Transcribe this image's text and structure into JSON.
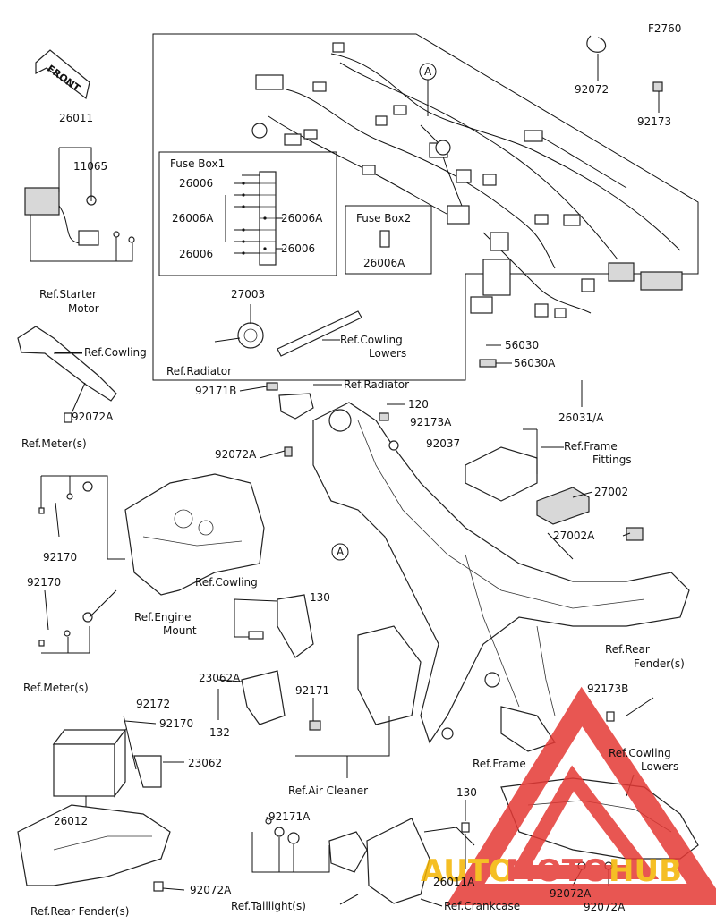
{
  "figure_code": "F2760",
  "front_label": "FRONT",
  "box_labels": {
    "fuse_box1": "Fuse Box1",
    "fuse_box2": "Fuse Box2"
  },
  "callout_A": "A",
  "parts": {
    "p26011": "26011",
    "p11065": "11065",
    "p92072": "92072",
    "p92173": "92173",
    "p26006_a": "26006",
    "p26006A_a": "26006A",
    "p26006A_b": "26006A",
    "p26006_b": "26006",
    "p26006_c": "26006",
    "p26006A_c": "26006A",
    "p27003": "27003",
    "p56030": "56030",
    "p56030A": "56030A",
    "p26031A": "26031/A",
    "p92171B": "92171B",
    "p120": "120",
    "p92173A": "92173A",
    "p92037": "92037",
    "p92072A_1": "92072A",
    "p92072A_2": "92072A",
    "p27002": "27002",
    "p27002A": "27002A",
    "p92170_1": "92170",
    "p92170_2": "92170",
    "p130_1": "130",
    "p23062A": "23062A",
    "p132": "132",
    "p92171": "92171",
    "p92173B": "92173B",
    "p92172": "92172",
    "p92170_3": "92170",
    "p23062": "23062",
    "p26012": "26012",
    "p130_2": "130",
    "p92171A": "92171A",
    "p26011A": "26011A",
    "p92072A_3": "92072A",
    "p92072A_4": "92072A",
    "p92072A_5": "92072A"
  },
  "refs": {
    "starter1": "Ref.Starter",
    "starter2": "Motor",
    "cowling1": "Ref.Cowling",
    "radiator1": "Ref.Radiator",
    "cowl_lowers1a": "Ref.Cowling",
    "cowl_lowers1b": "Lowers",
    "radiator2": "Ref.Radiator",
    "meter1": "Ref.Meter(s)",
    "frame_fit1": "Ref.Frame",
    "frame_fit2": "Fittings",
    "cowling2": "Ref.Cowling",
    "engine1": "Ref.Engine",
    "engine2": "Mount",
    "meter2": "Ref.Meter(s)",
    "rear_fender1a": "Ref.Rear",
    "rear_fender1b": "Fender(s)",
    "frame": "Ref.Frame",
    "air_cleaner": "Ref.Air Cleaner",
    "cowl_lowers2a": "Ref.Cowling",
    "cowl_lowers2b": "Lowers",
    "rear_fender2": "Ref.Rear Fender(s)",
    "taillight": "Ref.Taillight(s)",
    "crankcase": "Ref.Crankcase"
  },
  "watermark": {
    "text_a": "AUTO",
    "text_b": "MOTO",
    "text_c": "HUB",
    "color_red": "#e53935",
    "color_gold": "#f4b400"
  }
}
